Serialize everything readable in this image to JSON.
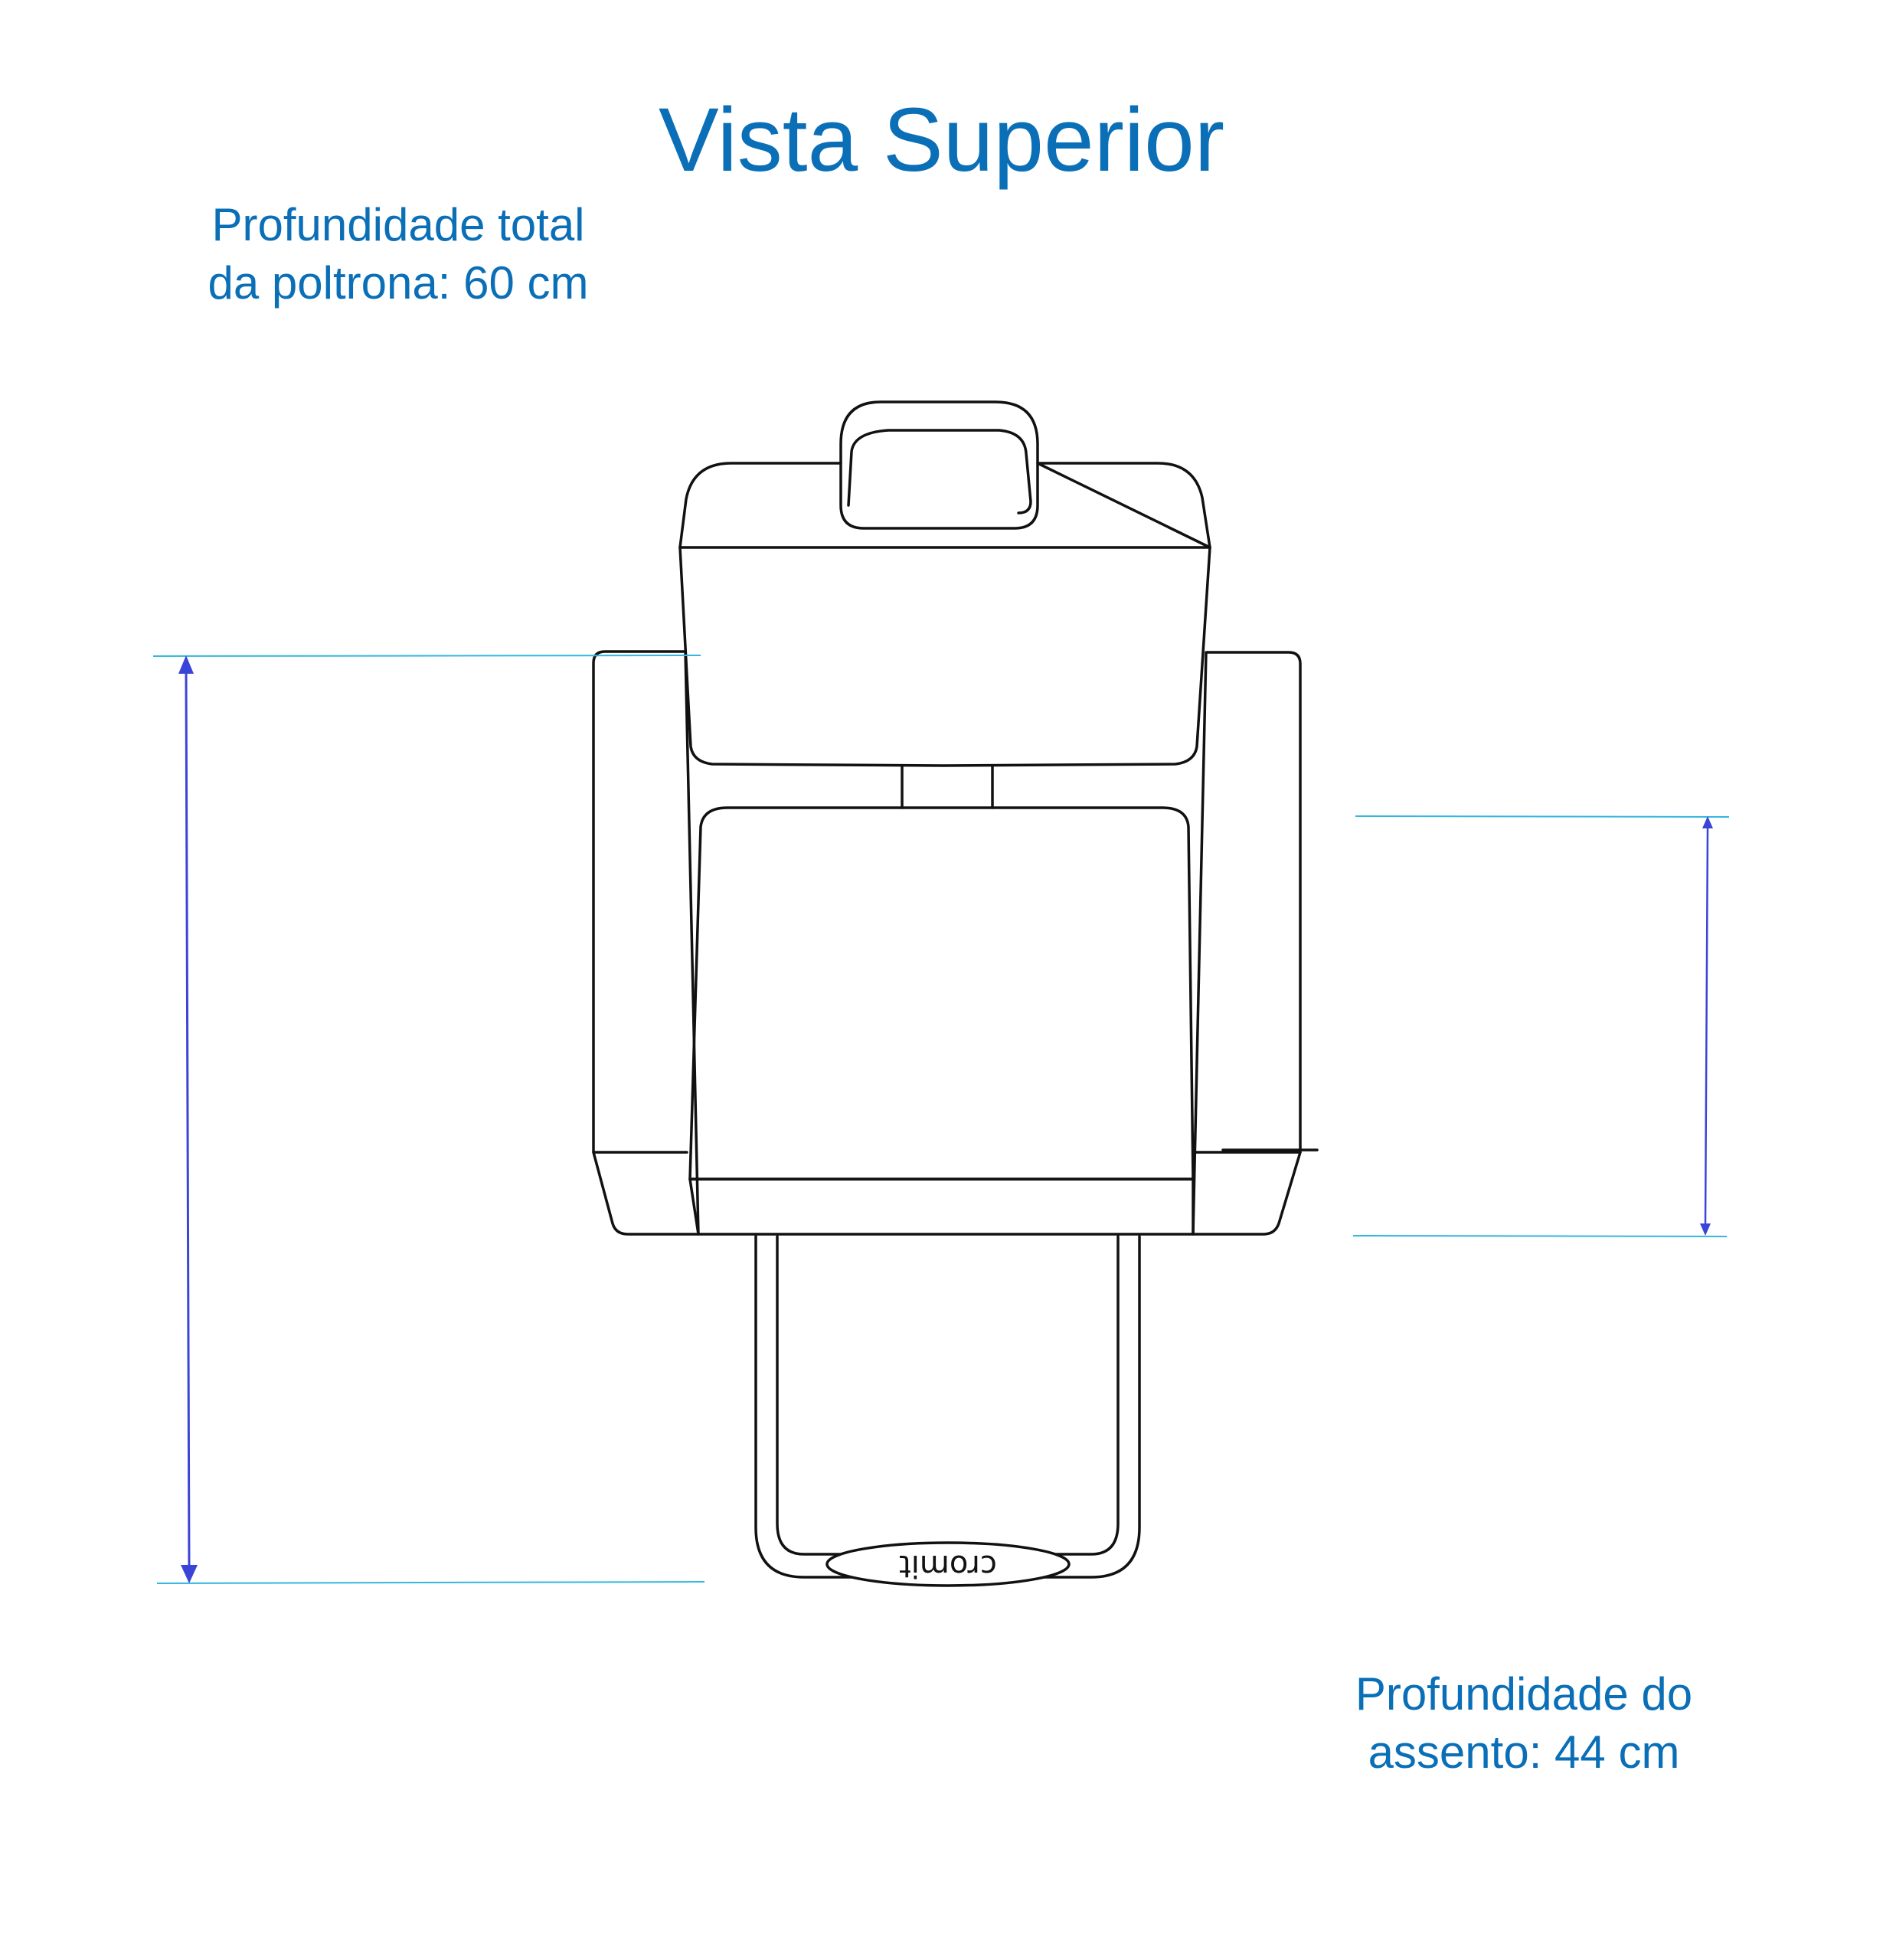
{
  "title": "Vista Superior",
  "total_depth_label": {
    "line1": "Profundidade total",
    "line2": "da poltrona: 60 cm"
  },
  "seat_depth_label": {
    "line1": "Profundidade do",
    "line2": "assento: 44 cm"
  },
  "brand_on_base": "cromit",
  "colors": {
    "text": "#0a6fb7",
    "dimension_arrow": "#3a45d8",
    "extension_line": "#33b6e0",
    "outline": "#111111"
  }
}
